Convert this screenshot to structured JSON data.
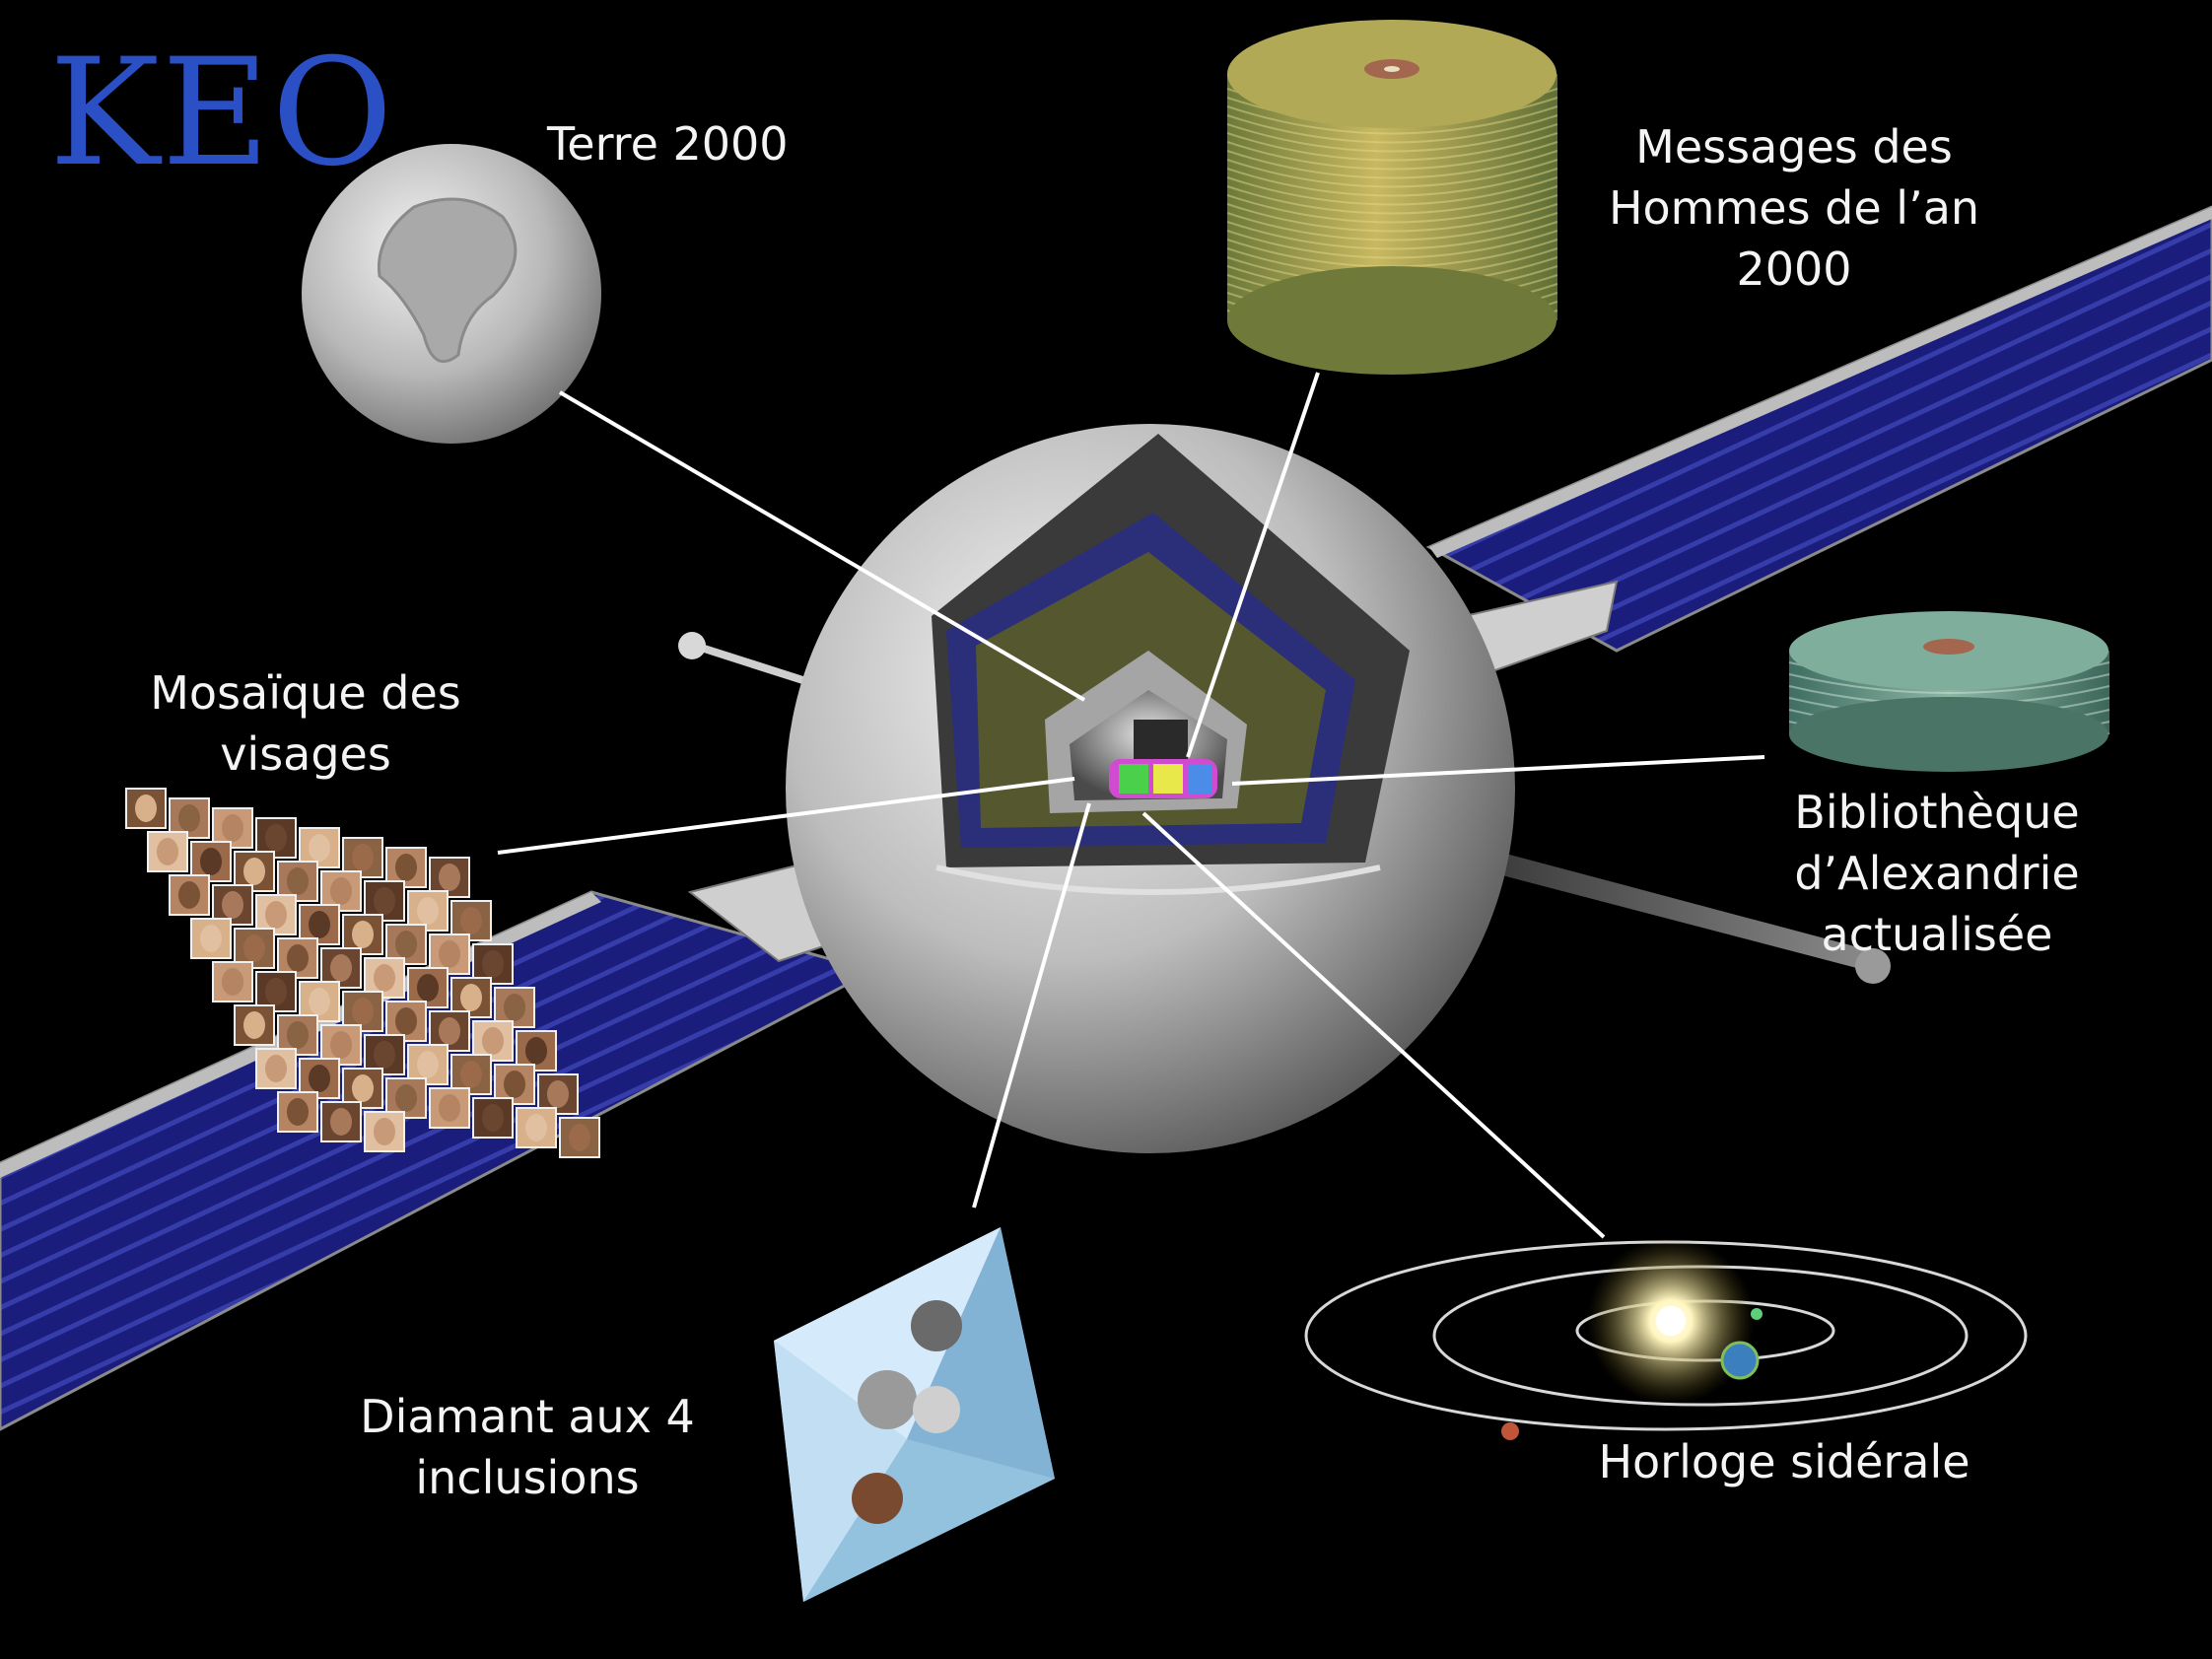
{
  "logo": {
    "text": "KEO",
    "color": "#2b4fc4"
  },
  "labels": {
    "terre": [
      "Terre 2000"
    ],
    "messages": [
      "Messages des",
      "Hommes de l’an",
      "2000"
    ],
    "mosaique": [
      "Mosaïque des",
      "visages"
    ],
    "bibliotheque": [
      "Bibliothèque",
      "d’Alexandrie",
      "actualisée"
    ],
    "diamant": [
      "Diamant aux 4",
      "inclusions"
    ],
    "horloge": [
      "Horloge sidérale"
    ]
  },
  "colors": {
    "background": "#000000",
    "solar_panel": "#1c1f8a",
    "sphere": "#cfcfcf",
    "leader_line": "#ffffff",
    "disc_gold": "#a9a04a",
    "disc_teal": "#5e9a8a",
    "sun": "#fff3b0"
  },
  "icons": {
    "earth": "earth-globe-icon",
    "disc_stack": "disc-stack-icon",
    "diamond": "diamond-octahedron-icon",
    "solar_system": "orbit-icon",
    "faces": "face-mosaic-icon"
  }
}
